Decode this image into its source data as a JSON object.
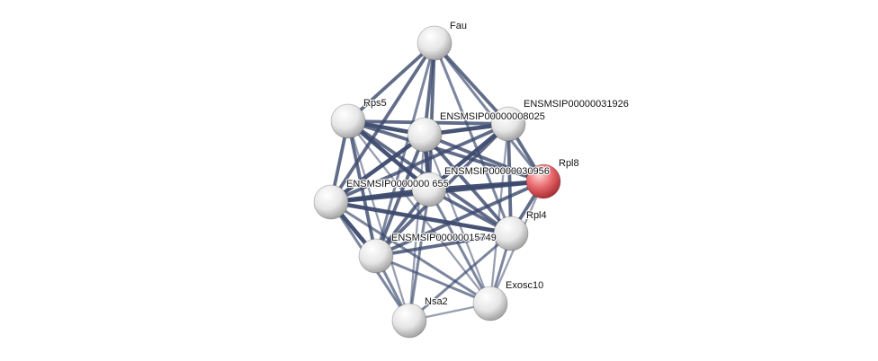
{
  "network": {
    "query_color": "#e0464f",
    "node_color": "#d8d8d8",
    "edge_color": "#3c4a6e",
    "nodes": [
      {
        "id": "fau",
        "label": "Fau",
        "query": false
      },
      {
        "id": "rps5",
        "label": "Rps5",
        "query": false
      },
      {
        "id": "p8025",
        "label": "ENSMSIP00000008025",
        "query": false
      },
      {
        "id": "p31926",
        "label": "ENSMSIP00000031926",
        "query": false
      },
      {
        "id": "rpl8",
        "label": "Rpl8",
        "query": true
      },
      {
        "id": "p30956",
        "label": "ENSMSIP00000030956",
        "query": false
      },
      {
        "id": "p655",
        "label": "ENSMSIP0000000  655",
        "query": false
      },
      {
        "id": "rpl4",
        "label": "Rpl4",
        "query": false
      },
      {
        "id": "p15749",
        "label": "ENSMSIP00000015749",
        "query": false
      },
      {
        "id": "exosc10",
        "label": "Exosc10",
        "query": false
      },
      {
        "id": "nsa2",
        "label": "Nsa2",
        "query": false
      }
    ],
    "edges": [
      [
        "fau",
        "rps5",
        4
      ],
      [
        "fau",
        "p8025",
        4
      ],
      [
        "fau",
        "p31926",
        4
      ],
      [
        "fau",
        "rpl8",
        3
      ],
      [
        "fau",
        "p30956",
        4
      ],
      [
        "fau",
        "p655",
        4
      ],
      [
        "fau",
        "rpl4",
        3
      ],
      [
        "fau",
        "p15749",
        3
      ],
      [
        "rps5",
        "p8025",
        5
      ],
      [
        "rps5",
        "p31926",
        4
      ],
      [
        "rps5",
        "rpl8",
        4
      ],
      [
        "rps5",
        "p30956",
        5
      ],
      [
        "rps5",
        "p655",
        4
      ],
      [
        "rps5",
        "rpl4",
        4
      ],
      [
        "rps5",
        "p15749",
        4
      ],
      [
        "rps5",
        "nsa2",
        2
      ],
      [
        "rps5",
        "exosc10",
        2
      ],
      [
        "p8025",
        "p31926",
        5
      ],
      [
        "p8025",
        "rpl8",
        4
      ],
      [
        "p8025",
        "p30956",
        5
      ],
      [
        "p8025",
        "p655",
        5
      ],
      [
        "p8025",
        "rpl4",
        4
      ],
      [
        "p8025",
        "p15749",
        4
      ],
      [
        "p8025",
        "nsa2",
        2
      ],
      [
        "p8025",
        "exosc10",
        2
      ],
      [
        "p31926",
        "rpl8",
        4
      ],
      [
        "p31926",
        "p30956",
        5
      ],
      [
        "p31926",
        "p655",
        4
      ],
      [
        "p31926",
        "rpl4",
        4
      ],
      [
        "p31926",
        "p15749",
        4
      ],
      [
        "p31926",
        "exosc10",
        2
      ],
      [
        "rpl8",
        "p30956",
        5
      ],
      [
        "rpl8",
        "p655",
        5
      ],
      [
        "rpl8",
        "rpl4",
        4
      ],
      [
        "rpl8",
        "p15749",
        4
      ],
      [
        "rpl8",
        "exosc10",
        2
      ],
      [
        "p30956",
        "p655",
        5
      ],
      [
        "p30956",
        "rpl4",
        4
      ],
      [
        "p30956",
        "p15749",
        4
      ],
      [
        "p30956",
        "nsa2",
        3
      ],
      [
        "p30956",
        "exosc10",
        3
      ],
      [
        "p655",
        "rpl4",
        5
      ],
      [
        "p655",
        "p15749",
        5
      ],
      [
        "p655",
        "nsa2",
        3
      ],
      [
        "p655",
        "exosc10",
        3
      ],
      [
        "rpl4",
        "p15749",
        4
      ],
      [
        "rpl4",
        "nsa2",
        3
      ],
      [
        "rpl4",
        "exosc10",
        3
      ],
      [
        "p15749",
        "nsa2",
        3
      ],
      [
        "p15749",
        "exosc10",
        3
      ],
      [
        "nsa2",
        "exosc10",
        2
      ]
    ]
  }
}
